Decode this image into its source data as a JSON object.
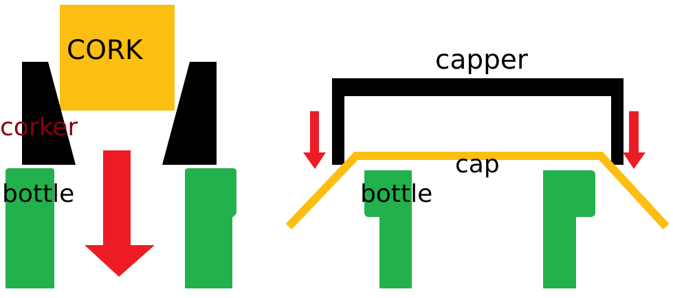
{
  "colors": {
    "background": "#ffffff",
    "cork": "#fdbe12",
    "corker": "#000000",
    "bottle": "#22b14c",
    "arrow": "#ed1c24",
    "capper": "#000000",
    "cap": "#fdbe12",
    "corker_label": "#880015",
    "text": "#000000"
  },
  "left_panel": {
    "cork_label": "CORK",
    "corker_label": "corker",
    "bottle_label": "bottle"
  },
  "right_panel": {
    "capper_label": "capper",
    "cap_label": "cap",
    "bottle_label": "bottle"
  }
}
